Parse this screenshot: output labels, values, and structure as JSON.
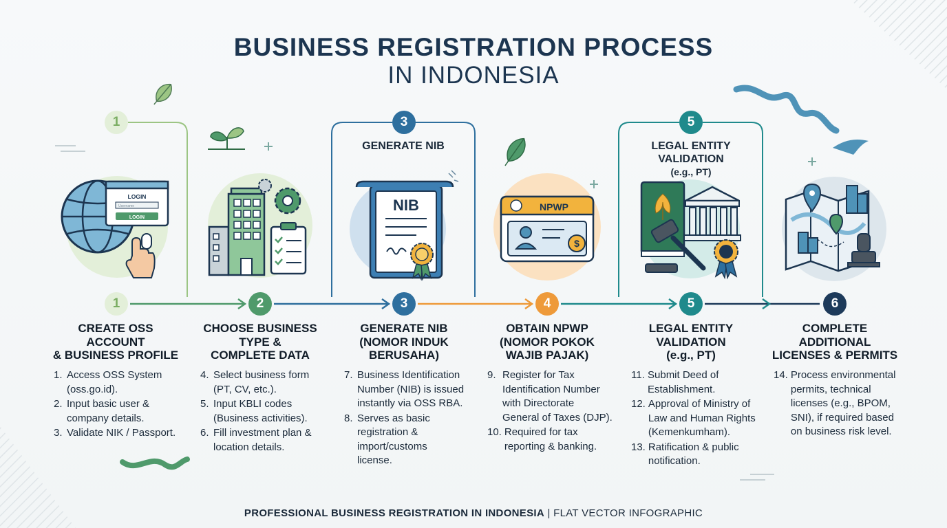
{
  "title": {
    "main": "BUSINESS REGISTRATION PROCESS",
    "sub": "IN INDONESIA"
  },
  "steps": [
    {
      "number": "1",
      "color": "#9cc584",
      "num_color": "#ffffff",
      "top_label": "",
      "title": "CREATE OSS ACCOUNT & BUSINESS PROFILE",
      "title_lines": [
        "CREATE OSS",
        "ACCOUNT",
        "& BUSINESS PROFILE"
      ],
      "icon_text": [
        "LOGIN",
        "Username",
        "LOGIN"
      ],
      "items": [
        {
          "num": "1.",
          "lines": [
            "Access OSS System",
            "(oss.go.id)."
          ]
        },
        {
          "num": "2.",
          "lines": [
            "Input basic user &",
            "company details."
          ]
        },
        {
          "num": "3.",
          "lines": [
            "Validate NIK / Passport."
          ]
        }
      ]
    },
    {
      "number": "2",
      "color": "#4f9a6b",
      "num_color": "#ffffff",
      "top_label": "",
      "title": "CHOOSE BUSINESS TYPE & COMPLETE DATA",
      "title_lines": [
        "CHOOSE BUSINESS",
        "TYPE &",
        "COMPLETE DATA"
      ],
      "icon_text": [],
      "items": [
        {
          "num": "4.",
          "lines": [
            "Select business form",
            "(PT, CV, etc.)."
          ]
        },
        {
          "num": "5.",
          "lines": [
            "Input KBLI codes",
            "(Business activities)."
          ]
        },
        {
          "num": "6.",
          "lines": [
            "Fill investment plan &",
            "location details."
          ]
        }
      ]
    },
    {
      "number": "3",
      "color": "#2e6f9e",
      "num_color": "#ffffff",
      "top_label": "GENERATE NIB",
      "title": "GENERATE NIB (NOMOR INDUK BERUSAHA)",
      "title_lines": [
        "GENERATE NIB",
        "(NOMOR INDUK",
        "BERUSAHA)"
      ],
      "icon_text": [
        "NIB"
      ],
      "items": [
        {
          "num": "7.",
          "lines": [
            "Business Identification",
            "Number (NIB) is issued",
            "instantly via OSS RBA."
          ]
        },
        {
          "num": "8.",
          "lines": [
            "Serves as basic",
            "registration &",
            "import/customs",
            "license."
          ]
        }
      ]
    },
    {
      "number": "4",
      "color": "#ee9a3a",
      "num_color": "#ffffff",
      "top_label": "",
      "title": "OBTAIN NPWP (NOMOR POKOK WAJIB PAJAK)",
      "title_lines": [
        "OBTAIN NPWP",
        "(NOMOR POKOK",
        "WAJIB PAJAK)"
      ],
      "icon_text": [
        "NPWP"
      ],
      "items": [
        {
          "num": "9.",
          "lines": [
            "Register for Tax",
            "Identification Number",
            "with Directorate",
            "General of Taxes (DJP)."
          ]
        },
        {
          "num": "10.",
          "lines": [
            "Required for tax",
            "reporting & banking."
          ]
        }
      ]
    },
    {
      "number": "5",
      "color": "#1f8a8c",
      "num_color": "#ffffff",
      "top_label": "LEGAL ENTITY VALIDATION (e.g., PT)",
      "top_label_lines": [
        "LEGAL ENTITY",
        "VALIDATION",
        "(e.g., PT)"
      ],
      "title": "LEGAL ENTITY VALIDATION (e.g., PT)",
      "title_lines": [
        "LEGAL ENTITY",
        "VALIDATION",
        "(e.g., PT)"
      ],
      "icon_text": [],
      "items": [
        {
          "num": "11.",
          "lines": [
            "Submit Deed of",
            "Establishment."
          ]
        },
        {
          "num": "12.",
          "lines": [
            "Approval of Ministry of",
            "Law and Human Rights",
            "(Kemenkumham)."
          ]
        },
        {
          "num": "13.",
          "lines": [
            "Ratification & public",
            "notification."
          ]
        }
      ]
    },
    {
      "number": "6",
      "color": "#1d3a5a",
      "num_color": "#ffffff",
      "top_label": "",
      "title": "COMPLETE ADDITIONAL LICENSES & PERMITS",
      "title_lines": [
        "COMPLETE",
        "ADDITIONAL",
        "LICENSES & PERMITS"
      ],
      "icon_text": [],
      "items": [
        {
          "num": "14.",
          "lines": [
            "Process environmental",
            "permits, technical",
            "licenses (e.g., BPOM,",
            "SNI), if required based",
            "on business risk level."
          ]
        }
      ]
    }
  ],
  "footer": {
    "bold": "PROFESSIONAL BUSINESS REGISTRATION IN INDONESIA",
    "sep": " | ",
    "normal": "FLAT VECTOR INFOGRAPHIC"
  }
}
